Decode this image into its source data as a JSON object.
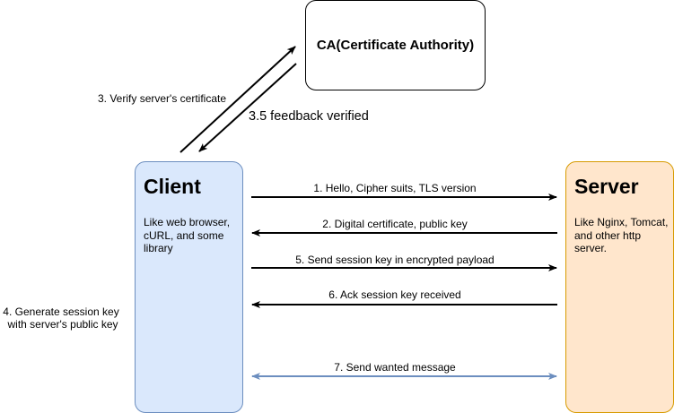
{
  "ca": {
    "title": "CA(Certificate Authority)"
  },
  "client": {
    "title": "Client",
    "description": "Like web browser, cURL, and some library"
  },
  "server": {
    "title": "Server",
    "description": "Like Nginx, Tomcat, and other http server."
  },
  "side_labels": {
    "verify": "3. Verify server's certificate",
    "feedback": "3.5 feedback verified",
    "generate_line1": "4. Generate session key",
    "generate_line2": "with server's public key"
  },
  "messages": [
    {
      "label": "1. Hello, Cipher suits, TLS version",
      "direction": "client-to-server",
      "color": "#000000"
    },
    {
      "label": "2. Digital certificate, public key",
      "direction": "server-to-client",
      "color": "#000000"
    },
    {
      "label": "5. Send session key in encrypted payload",
      "direction": "client-to-server",
      "color": "#000000"
    },
    {
      "label": "6. Ack session key received",
      "direction": "server-to-client",
      "color": "#000000"
    },
    {
      "label": "7. Send wanted message",
      "direction": "bidirectional",
      "color": "#6c8ebf"
    }
  ]
}
